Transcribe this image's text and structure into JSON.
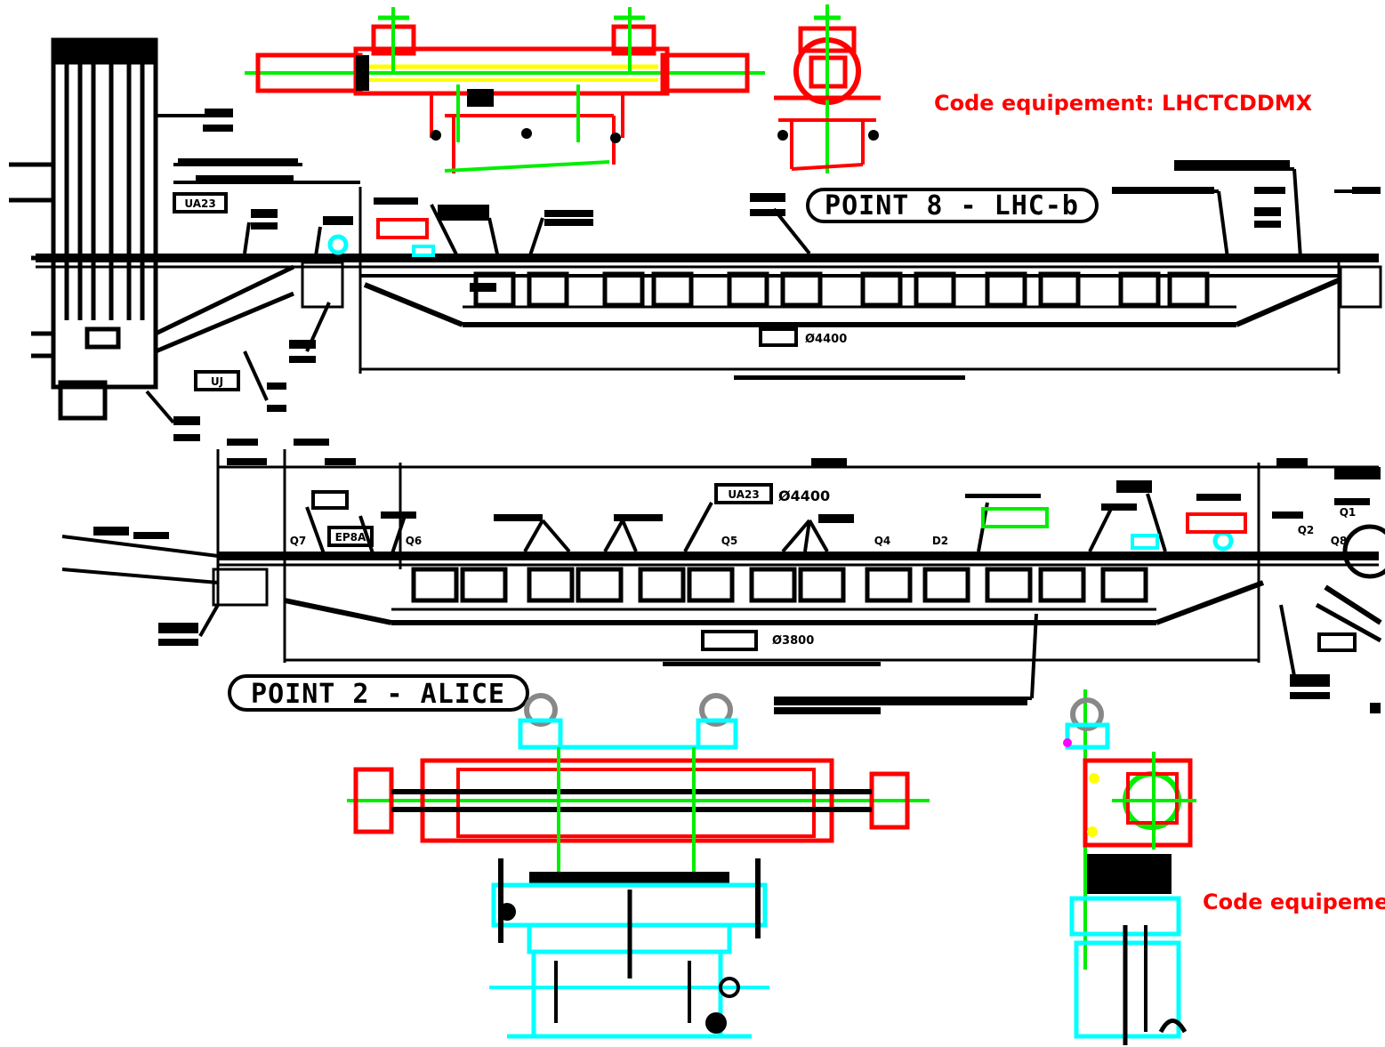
{
  "drawing": {
    "code_top": "Code equipement: LHCTCDDMX",
    "code_bottom": "Code equipemen",
    "point8_label": "POINT 8 - LHC-b",
    "point2_label": "POINT 2 - ALICE",
    "diam_top": "Ø4400",
    "diam_mid": "Ø4400",
    "diam_bottom": "Ø3800",
    "tags": {
      "ua23": "UA23",
      "ua23b": "UA23",
      "ep8a": "EP8A",
      "uj": "UJ",
      "q7": "Q7",
      "q6": "Q6",
      "q5": "Q5",
      "q4": "Q4",
      "d2": "D2",
      "q2": "Q2",
      "q1": "Q1",
      "q8": "Q8"
    }
  },
  "colors": {
    "red": "#ff0000",
    "green": "#00ee00",
    "yellow": "#ffff00",
    "cyan": "#00ffff",
    "black": "#000000",
    "magenta": "#ff00ff",
    "gray": "#888888"
  }
}
